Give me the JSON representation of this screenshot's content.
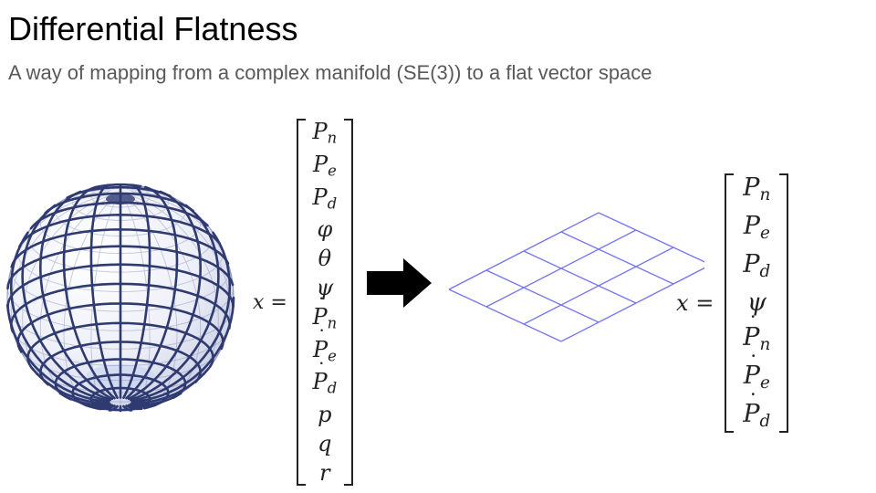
{
  "slide": {
    "title": "Differential Flatness",
    "subtitle": "A way of mapping from a complex manifold (SE(3)) to a flat vector space"
  },
  "full_state": {
    "lhs_var": "x",
    "eq_sign": "=",
    "entries": [
      {
        "base": "P",
        "sub": "n",
        "dot": false
      },
      {
        "base": "P",
        "sub": "e",
        "dot": false
      },
      {
        "base": "P",
        "sub": "d",
        "dot": false
      },
      {
        "base": "φ",
        "sub": "",
        "dot": false
      },
      {
        "base": "θ",
        "sub": "",
        "dot": false
      },
      {
        "base": "ψ",
        "sub": "",
        "dot": false
      },
      {
        "base": "P",
        "sub": "n",
        "dot": true
      },
      {
        "base": "P",
        "sub": "e",
        "dot": true
      },
      {
        "base": "P",
        "sub": "d",
        "dot": true
      },
      {
        "base": "p",
        "sub": "",
        "dot": false
      },
      {
        "base": "q",
        "sub": "",
        "dot": false
      },
      {
        "base": "r",
        "sub": "",
        "dot": false
      }
    ]
  },
  "flat_state": {
    "lhs_var": "x",
    "eq_sign": "=",
    "entries": [
      {
        "base": "P",
        "sub": "n",
        "dot": false
      },
      {
        "base": "P",
        "sub": "e",
        "dot": false
      },
      {
        "base": "P",
        "sub": "d",
        "dot": false
      },
      {
        "base": "ψ",
        "sub": "",
        "dot": false
      },
      {
        "base": "P",
        "sub": "n",
        "dot": true
      },
      {
        "base": "P",
        "sub": "e",
        "dot": true
      },
      {
        "base": "P",
        "sub": "d",
        "dot": true
      }
    ]
  },
  "colors": {
    "sphere_grid": "#2e3a70",
    "plane_grid": "#7777ee",
    "arrow": "#000000",
    "subtitle": "#595959"
  },
  "icons": {
    "sphere": "sphere-manifold-icon",
    "arrow": "right-arrow-icon",
    "plane": "flat-plane-icon"
  }
}
